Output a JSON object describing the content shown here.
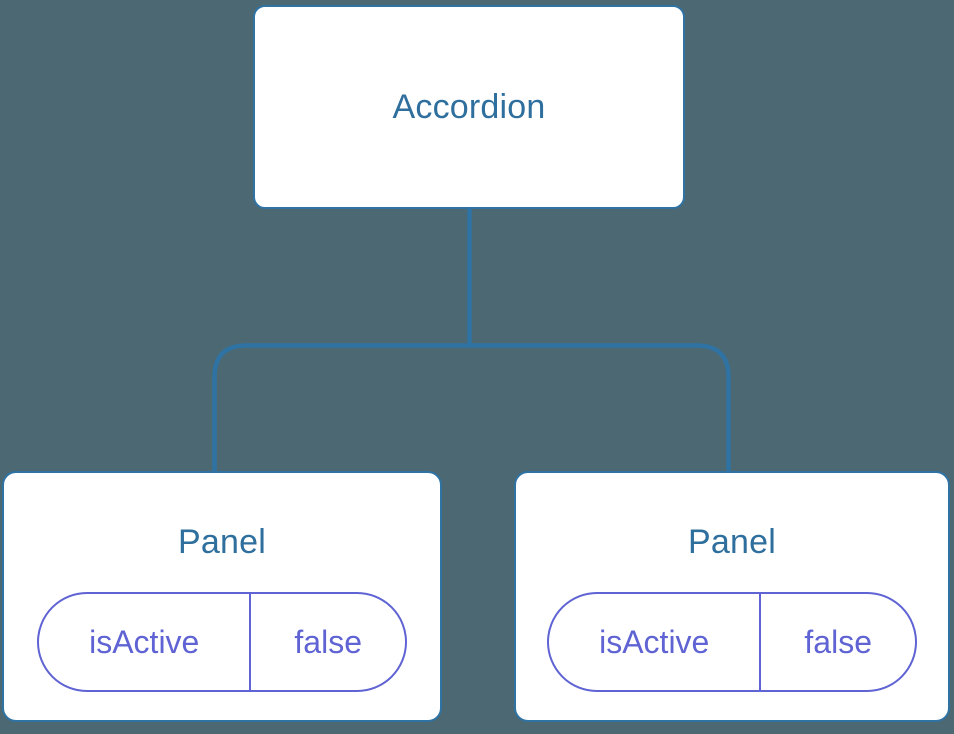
{
  "diagram": {
    "type": "component-tree",
    "root_node": {
      "label": "Accordion"
    },
    "child_nodes": [
      {
        "label": "Panel",
        "state": {
          "name": "isActive",
          "value": "false"
        }
      },
      {
        "label": "Panel",
        "state": {
          "name": "isActive",
          "value": "false"
        }
      }
    ],
    "colors": {
      "background": "#4C6872",
      "node_fill": "#FFFFFF",
      "node_border": "#2E73A3",
      "node_label": "#2F6F9E",
      "connector": "#2E73A3",
      "state_accent": "#5F63D3"
    }
  }
}
